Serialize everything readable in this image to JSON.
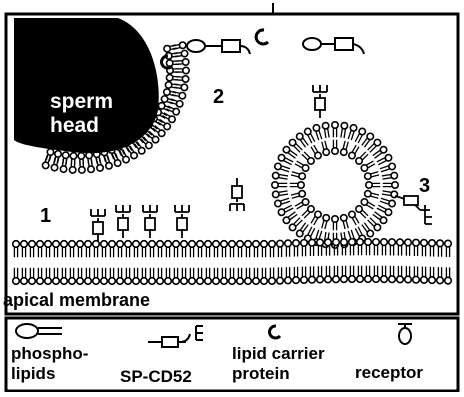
{
  "diagram": {
    "sperm_head_label": [
      "sperm",
      "head"
    ],
    "membrane_label": "apical membrane",
    "step_labels": [
      "1",
      "2",
      "3"
    ]
  },
  "legend": {
    "phospholipid_label": [
      "phospho-",
      "lipids"
    ],
    "spcd52_label": "SP-CD52",
    "carrier_label": [
      "lipid carrier",
      "protein"
    ],
    "receptor_label": "receptor"
  },
  "colors": {
    "ink": "#000000",
    "background": "#ffffff"
  }
}
